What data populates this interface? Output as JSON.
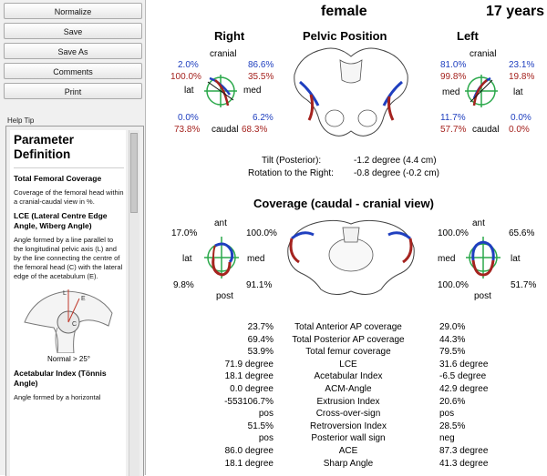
{
  "toolbar": {
    "buttons": [
      "Normalize",
      "Save",
      "Save As",
      "Comments",
      "Print"
    ]
  },
  "help": {
    "label": "Help Tip",
    "title": "Parameter Definition",
    "sections": [
      {
        "heading": "Total Femoral Coverage",
        "text": "Coverage of the femoral head within a cranial-caudal view in %."
      },
      {
        "heading": "LCE (Lateral Centre Edge Angle, Wiberg Angle)",
        "text": "Angle formed by a line parallel to the longitudinal pelvic axis (L) and by the line connecting the centre of the femoral head (C) with the lateral edge of the acetabulum (E)."
      }
    ],
    "normal": "Normal > 25°",
    "figure_labels": [
      "L",
      "E",
      "C"
    ],
    "section3_heading": "Acetabular Index (Tönnis Angle)",
    "section3_text": "Angle formed by a horizontal"
  },
  "header": {
    "sex": "female",
    "age": "17 years"
  },
  "pelvic": {
    "right_title": "Right",
    "center_title": "Pelvic Position",
    "left_title": "Left",
    "right": {
      "cranial": "cranial",
      "caudal": "caudal",
      "lat": "lat",
      "med": "med",
      "tl_blue": "2.0%",
      "tr_blue": "86.6%",
      "tl_red": "100.0%",
      "tr_red": "35.5%",
      "bl_blue": "0.0%",
      "br_blue": "6.2%",
      "bl_red": "73.8%",
      "br_red": "68.3%"
    },
    "left": {
      "cranial": "cranial",
      "caudal": "caudal",
      "lat": "lat",
      "med": "med",
      "tl_blue": "81.0%",
      "tr_blue": "23.1%",
      "tl_red": "99.8%",
      "tr_red": "19.8%",
      "bl_blue": "11.7%",
      "br_blue": "0.0%",
      "bl_red": "57.7%",
      "br_red": "0.0%"
    },
    "tilt_label": "Tilt (Posterior):",
    "tilt_value": "-1.2 degree (4.4 cm)",
    "rotation_label": "Rotation to the Right:",
    "rotation_value": "-0.8 degree (-0.2 cm)"
  },
  "coverage": {
    "title": "Coverage (caudal - cranial view)",
    "right": {
      "ant": "ant",
      "post": "post",
      "lat": "lat",
      "med": "med",
      "tl": "17.0%",
      "tr": "100.0%",
      "bl": "9.8%",
      "br": "91.1%"
    },
    "left": {
      "ant": "ant",
      "post": "post",
      "lat": "lat",
      "med": "med",
      "tl": "100.0%",
      "tr": "65.6%",
      "bl": "100.0%",
      "br": "51.7%"
    }
  },
  "table": {
    "rows": [
      {
        "right": "23.7%",
        "label": "Total Anterior AP coverage",
        "left": "29.0%"
      },
      {
        "right": "69.4%",
        "label": "Total Posterior AP coverage",
        "left": "44.3%"
      },
      {
        "right": "53.9%",
        "label": "Total femur coverage",
        "left": "79.5%"
      },
      {
        "right": "71.9 degree",
        "label": "LCE",
        "left": "31.6 degree"
      },
      {
        "right": "18.1 degree",
        "label": "Acetabular Index",
        "left": "-6.5 degree"
      },
      {
        "right": "0.0 degree",
        "label": "ACM-Angle",
        "left": "42.9 degree"
      },
      {
        "right": "-553106.7%",
        "label": "Extrusion Index",
        "left": "20.6%"
      },
      {
        "right": "pos",
        "label": "Cross-over-sign",
        "left": "pos"
      },
      {
        "right": "51.5%",
        "label": "Retroversion Index",
        "left": "28.5%"
      },
      {
        "right": "pos",
        "label": "Posterior wall sign",
        "left": "neg"
      },
      {
        "right": "86.0 degree",
        "label": "ACE",
        "left": "87.3 degree"
      },
      {
        "right": "18.1 degree",
        "label": "Sharp Angle",
        "left": "41.3 degree"
      }
    ]
  },
  "colors": {
    "blue": "#1f3fbf",
    "red": "#a5231f",
    "green": "#2aa84a"
  }
}
